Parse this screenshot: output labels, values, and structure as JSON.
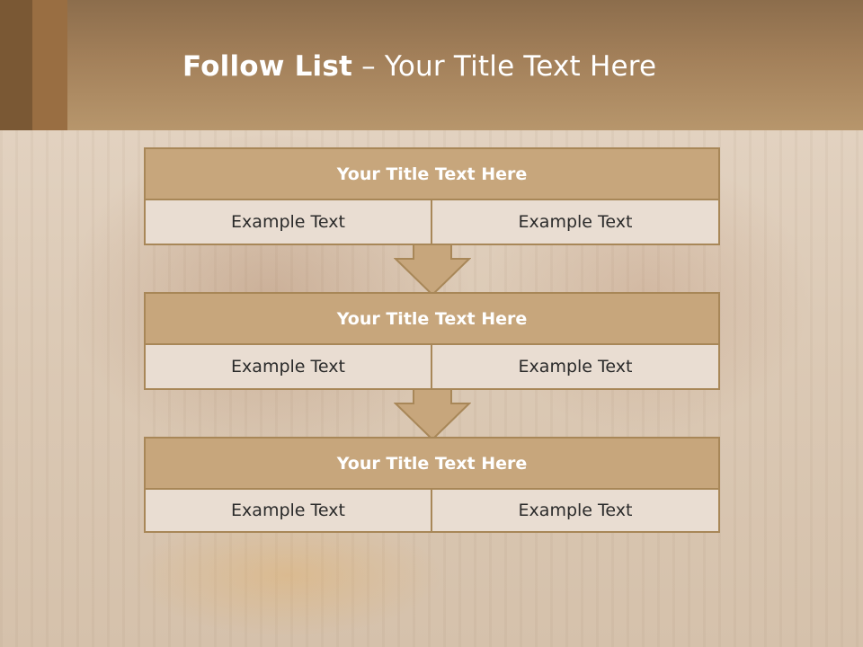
{
  "header": {
    "title_bold": "Follow List",
    "title_separator": " – ",
    "title_rest": "Your Title Text Here"
  },
  "steps": [
    {
      "title": "Your Title Text Here",
      "left": "Example Text",
      "right": "Example Text"
    },
    {
      "title": "Your Title Text Here",
      "left": "Example Text",
      "right": "Example Text"
    },
    {
      "title": "Your Title Text Here",
      "left": "Example Text",
      "right": "Example Text"
    }
  ],
  "colors": {
    "header": "#a3805a",
    "box_title": "#c7a67c",
    "box_border": "#a88758",
    "cell": "#e9ddd2"
  }
}
